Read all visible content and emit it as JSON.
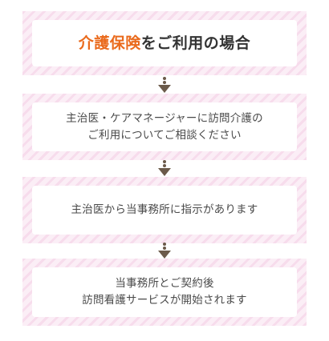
{
  "flow": {
    "title": {
      "accent": "介護保険",
      "rest": "をご利用の場合"
    },
    "steps": [
      {
        "line1": "主治医・ケアマネージャーに訪問介護の",
        "line2": "ご利用についてご相談ください"
      },
      {
        "line1": "主治医から当事務所に指示があります"
      },
      {
        "line1": "当事務所とご契約後",
        "line2": "訪問看護サービスが開始されます"
      }
    ]
  },
  "colors": {
    "accent": "#ea6a1c",
    "text": "#4a4a4a",
    "arrow": "#6b5a4a",
    "stripe_pink": "#f7dcec"
  },
  "icons": {
    "connector": "dotted-arrow-down-icon"
  }
}
